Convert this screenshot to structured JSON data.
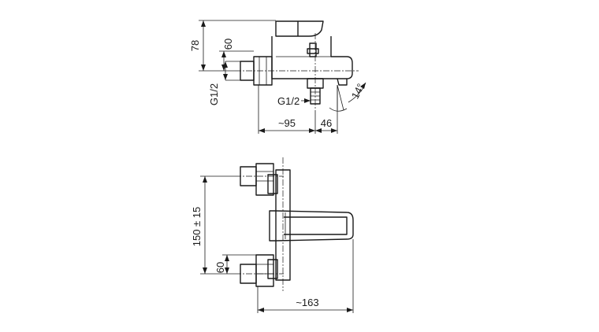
{
  "side_view": {
    "dim_height": "78",
    "dim_offset": "60",
    "thread_inlet": "G1/2",
    "thread_outlet": "G1/2",
    "dim_depth": "~95",
    "dim_spout": "46",
    "angle": "14°"
  },
  "front_view": {
    "dim_spacing": "150 ± 15",
    "dim_offset": "60",
    "dim_width": "~163"
  }
}
